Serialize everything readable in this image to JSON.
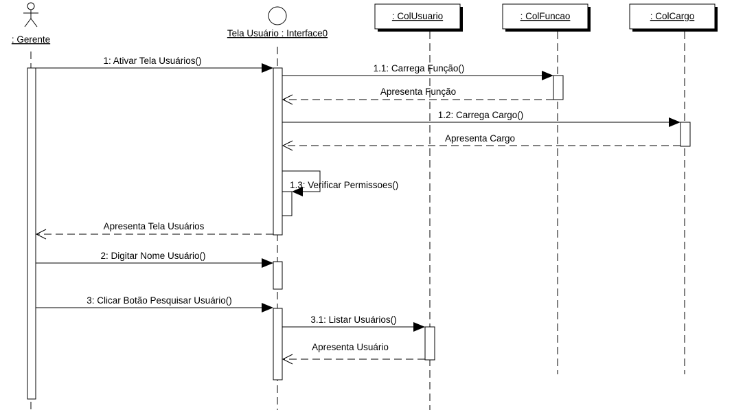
{
  "participants": {
    "gerente": ": Gerente",
    "tela": "Tela Usuário : Interface0",
    "colusuario": ": ColUsuario",
    "colfuncao": ": ColFuncao",
    "colcargo": ": ColCargo"
  },
  "messages": {
    "m1": "1: Ativar Tela Usuários()",
    "m1_1": "1.1: Carrega Função()",
    "r1_1": "Apresenta Função",
    "m1_2": "1.2: Carrega Cargo()",
    "r1_2": "Apresenta Cargo",
    "m1_3": "1.3: Verificar Permissoes()",
    "r1": "Apresenta Tela Usuários",
    "m2": "2: Digitar Nome Usuário()",
    "m3": "3: Clicar Botão Pesquisar Usuário()",
    "m3_1": "3.1: Listar Usuários()",
    "r3_1": "Apresenta Usuário"
  }
}
